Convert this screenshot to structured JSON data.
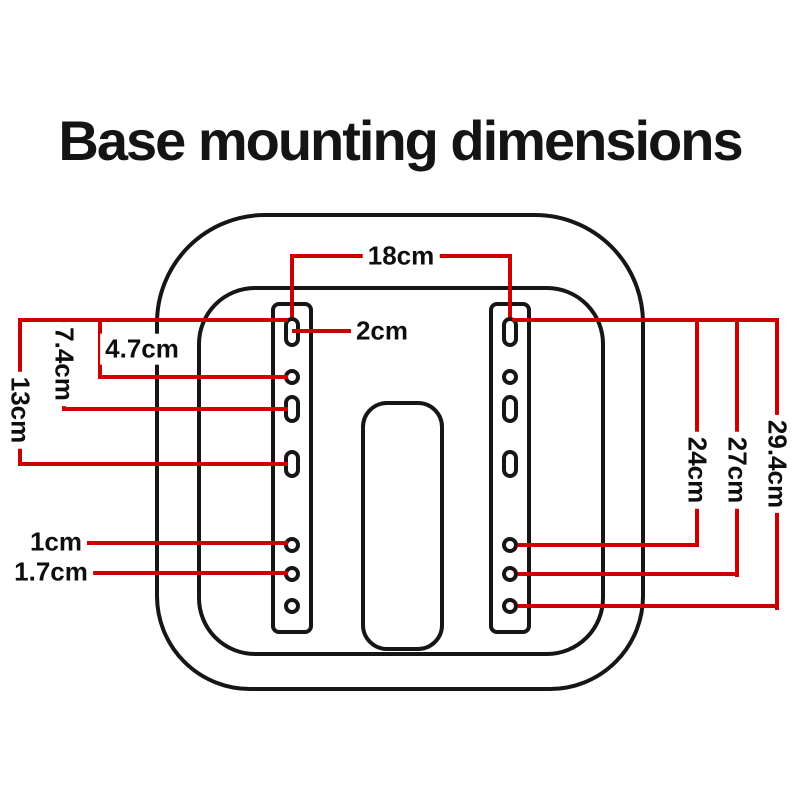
{
  "title": "Base mounting dimensions",
  "colors": {
    "dimension_line": "#cc0000",
    "outline": "#161616",
    "background": "#ffffff"
  },
  "labels": {
    "top": "18cm",
    "slot": "2cm",
    "left_offset_small": "4.7cm",
    "left_offset_mid": "7.4cm",
    "left_offset_large": "13cm",
    "left_gap_small": "1cm",
    "left_gap_mid": "1.7cm",
    "right_offset_small": "24cm",
    "right_offset_mid": "27cm",
    "right_offset_large": "29.4cm"
  }
}
